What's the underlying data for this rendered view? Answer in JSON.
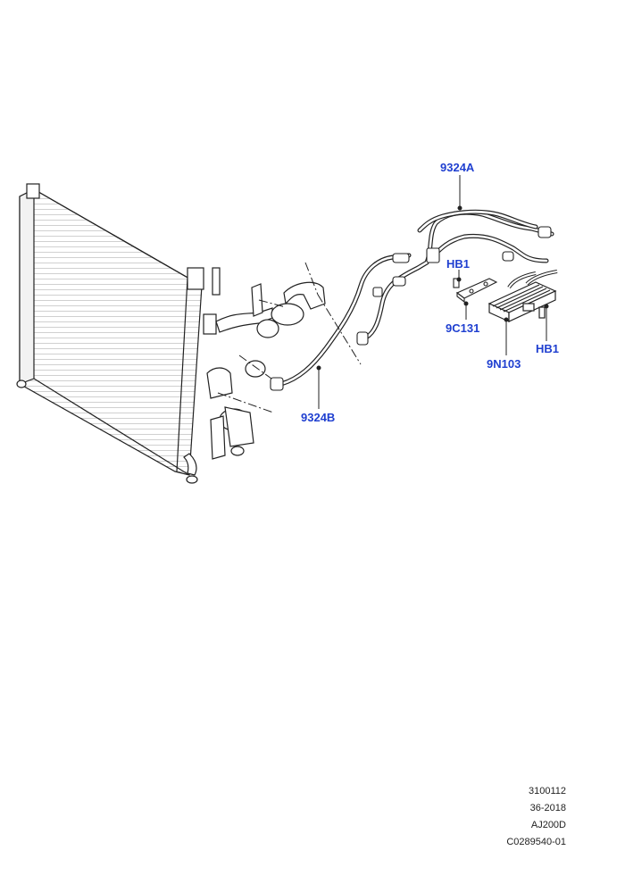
{
  "callouts": {
    "c1": "9324A",
    "c2": "HB1",
    "c3": "9C131",
    "c4": "HB1",
    "c5": "9N103",
    "c6": "9324B"
  },
  "reference": [
    "3100112",
    "36-2018",
    "AJ200D",
    "C0289540-01"
  ],
  "colors": {
    "callout": "#1f3fd0",
    "line": "#222222"
  }
}
